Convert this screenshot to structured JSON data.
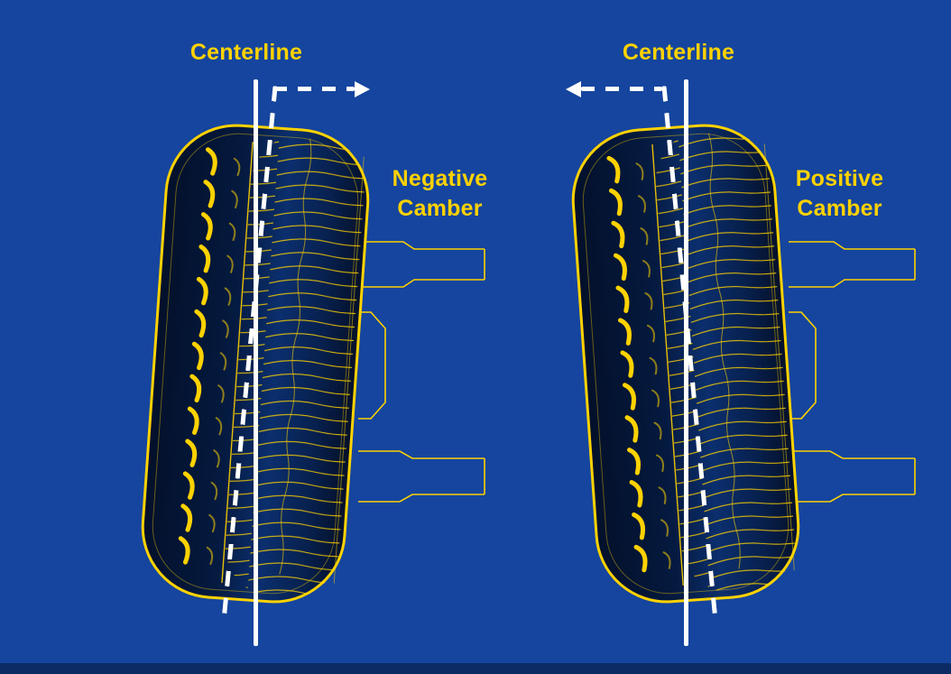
{
  "colors": {
    "background": "#15459e",
    "footer_bar": "#0c2a63",
    "accent_yellow": "#ffd200",
    "line_white": "#ffffff",
    "tire_fill_dark": "#04122c"
  },
  "diagrams": [
    {
      "id": "negative-camber",
      "centerline_label": "Centerline",
      "camber_word1": "Negative",
      "camber_word2": "Camber",
      "arrow_direction": "right",
      "tire_tilt": "top-leans-right"
    },
    {
      "id": "positive-camber",
      "centerline_label": "Centerline",
      "camber_word1": "Positive",
      "camber_word2": "Camber",
      "arrow_direction": "left",
      "tire_tilt": "top-leans-left"
    }
  ]
}
